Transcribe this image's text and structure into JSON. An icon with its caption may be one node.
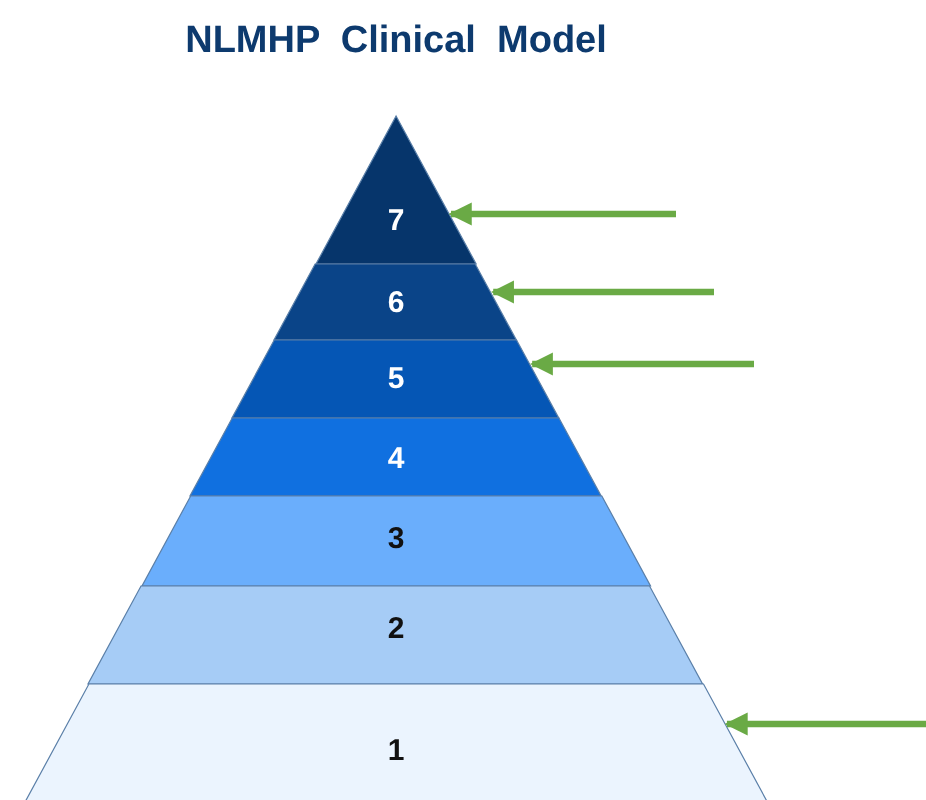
{
  "diagram": {
    "title": "NLMHP  Clinical  Model",
    "nodes": [
      {
        "text": [
          "7"
        ]
      },
      {
        "text": [
          "6"
        ]
      },
      {
        "text": [
          "5"
        ]
      },
      {
        "text": [
          "4"
        ]
      },
      {
        "text": [
          "3"
        ]
      },
      {
        "text": [
          "2"
        ]
      },
      {
        "text": [
          "1"
        ]
      }
    ],
    "edges": [
      {
        "from": null,
        "to": 0,
        "arrow": "to",
        "color": "#6aaa45"
      },
      {
        "from": null,
        "to": 1,
        "arrow": "to",
        "color": "#6aaa45"
      },
      {
        "from": null,
        "to": 2,
        "arrow": "to",
        "color": "#6aaa45"
      },
      {
        "from": null,
        "to": 6,
        "arrow": "to",
        "color": "#6aaa45"
      }
    ]
  }
}
